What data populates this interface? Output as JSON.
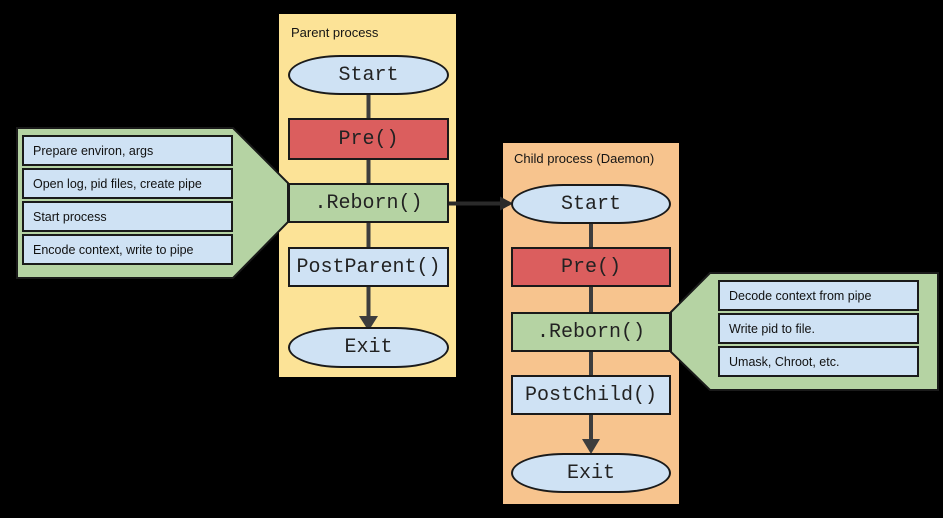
{
  "colors": {
    "background": "#000000",
    "parent_panel": "#FCE397",
    "child_panel": "#F7C48E",
    "node_blue": "#CFE2F4",
    "node_red": "#DB5E5E",
    "node_green": "#B5D3A3",
    "callout_green": "#B5D3A3",
    "connector_gray": "#3D3D3D",
    "outline_black": "#1A1A1A"
  },
  "parent": {
    "title": "Parent process",
    "nodes": [
      {
        "label": "Start",
        "shape": "terminator",
        "color": "blue"
      },
      {
        "label": "Pre()",
        "shape": "process",
        "color": "red"
      },
      {
        "label": ".Reborn()",
        "shape": "process",
        "color": "green"
      },
      {
        "label": "PostParent()",
        "shape": "process",
        "color": "blue"
      },
      {
        "label": "Exit",
        "shape": "terminator",
        "color": "blue"
      }
    ]
  },
  "child": {
    "title": "Child process (Daemon)",
    "nodes": [
      {
        "label": "Start",
        "shape": "terminator",
        "color": "blue"
      },
      {
        "label": "Pre()",
        "shape": "process",
        "color": "red"
      },
      {
        "label": ".Reborn()",
        "shape": "process",
        "color": "green"
      },
      {
        "label": "PostChild()",
        "shape": "process",
        "color": "blue"
      },
      {
        "label": "Exit",
        "shape": "terminator",
        "color": "blue"
      }
    ]
  },
  "left_callout": {
    "points_to": "parent .Reborn()",
    "items": [
      "Prepare environ, args",
      "Open log, pid files, create pipe",
      "Start process",
      "Encode context, write to pipe"
    ]
  },
  "right_callout": {
    "points_to": "child .Reborn()",
    "items": [
      "Decode context from pipe",
      "Write pid to file.",
      "Umask, Chroot, etc."
    ]
  },
  "cross_edge": {
    "from": "parent .Reborn()",
    "to": "child Start"
  }
}
